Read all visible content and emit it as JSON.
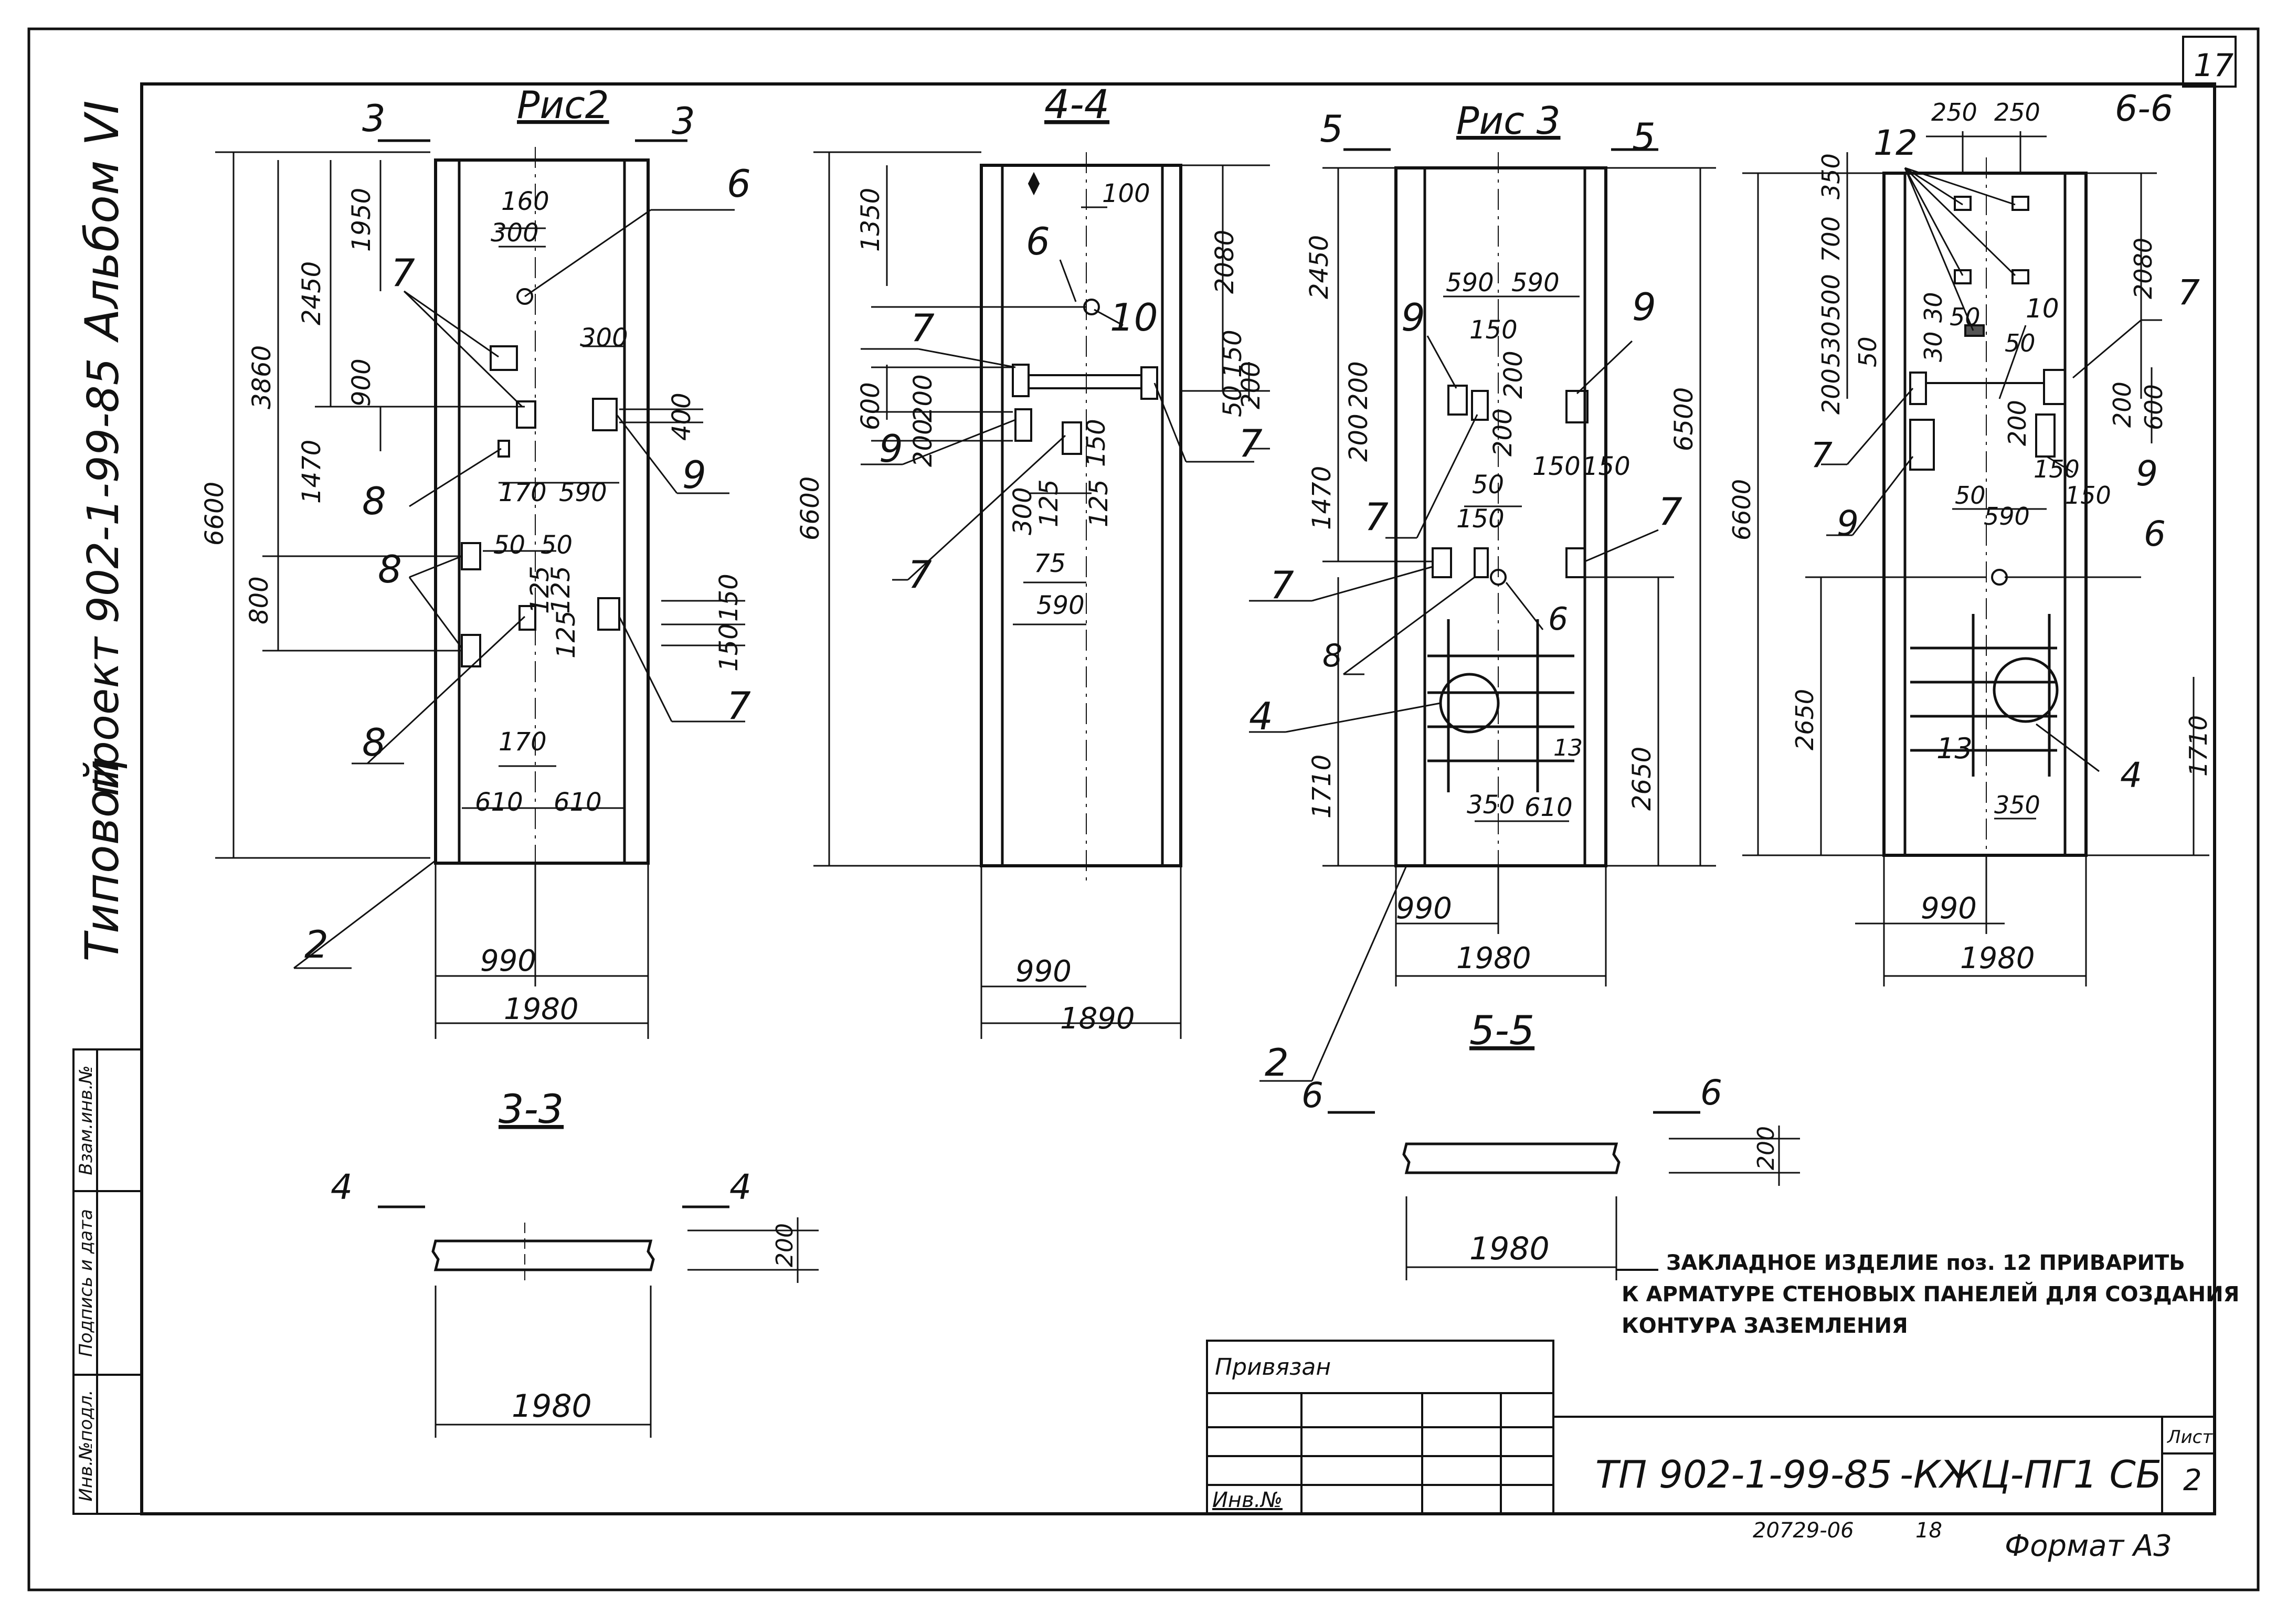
{
  "sheet": {
    "page_number_top": "17",
    "album": "Альбом VI",
    "project_side": "проект 902-1-99-85",
    "typical": "Типовой",
    "format": "Формат А3",
    "stamp_inv": "20729-06",
    "stamp_n": "18"
  },
  "side_stamp": {
    "col1": "Инв.№подл.",
    "col2": "Подпись и дата",
    "col3": "Взам.инв.№"
  },
  "title_block": {
    "attached": "Привязан",
    "inv_no": "Инв.№",
    "code": "ТП 902-1-99-85",
    "mark": "-КЖЦ-ПГ1 СБ",
    "sheet_label": "Лист",
    "sheet_value": "2"
  },
  "note": {
    "line1": "ЗАКЛАДНОЕ ИЗДЕЛИЕ поз. 12 ПРИВАРИТЬ",
    "line2": "К АРМАТУРЕ СТЕНОВЫХ ПАНЕЛЕЙ ДЛЯ СОЗДАНИЯ",
    "line3": "КОНТУРА ЗАЗЕМЛЕНИЯ"
  },
  "views": {
    "ris2": {
      "title": "Рис2",
      "cut_left": "3",
      "cut_right": "3",
      "dims": [
        "160",
        "300",
        "1950",
        "2450",
        "3860",
        "6600",
        "900",
        "1470",
        "300",
        "400",
        "170",
        "590",
        "50",
        "50",
        "800",
        "125",
        "125",
        "150",
        "150",
        "170",
        "610",
        "610",
        "990",
        "1980",
        "125"
      ],
      "labels": [
        "6",
        "7",
        "9",
        "8",
        "8",
        "8",
        "7",
        "2"
      ]
    },
    "s44": {
      "title": "4-4",
      "dims": [
        "1350",
        "100",
        "2080",
        "6600",
        "600",
        "200",
        "200",
        "150",
        "50",
        "200",
        "300",
        "125",
        "150",
        "125",
        "75",
        "590",
        "990",
        "1890"
      ],
      "labels": [
        "6",
        "10",
        "7",
        "9",
        "7",
        "7"
      ]
    },
    "ris3": {
      "title": "Рис 3",
      "cut_left": "5",
      "cut_right": "5",
      "dims": [
        "2450",
        "590",
        "590",
        "150",
        "200",
        "200",
        "200",
        "6500",
        "1470",
        "200",
        "150",
        "150",
        "50",
        "150",
        "1710",
        "350",
        "610",
        "2650",
        "990",
        "1980"
      ],
      "labels": [
        "9",
        "9",
        "7",
        "7",
        "7",
        "8",
        "6",
        "4",
        "13",
        "2"
      ]
    },
    "s66": {
      "title": "6-6",
      "dims": [
        "250",
        "250",
        "350",
        "700",
        "500",
        "530",
        "50",
        "30",
        "30",
        "50",
        "50",
        "2080",
        "200",
        "600",
        "200",
        "200",
        "150",
        "50",
        "590",
        "150",
        "6600",
        "2650",
        "1710",
        "350",
        "990",
        "1980"
      ],
      "labels": [
        "12",
        "10",
        "7",
        "7",
        "9",
        "9",
        "6",
        "13",
        "4"
      ]
    },
    "s33": {
      "title": "3-3",
      "cut_left": "4",
      "cut_right": "4",
      "dims": [
        "200",
        "1980"
      ]
    },
    "s55": {
      "title": "5-5",
      "cut_left": "6",
      "cut_right": "6",
      "dims": [
        "200",
        "1980"
      ]
    }
  }
}
